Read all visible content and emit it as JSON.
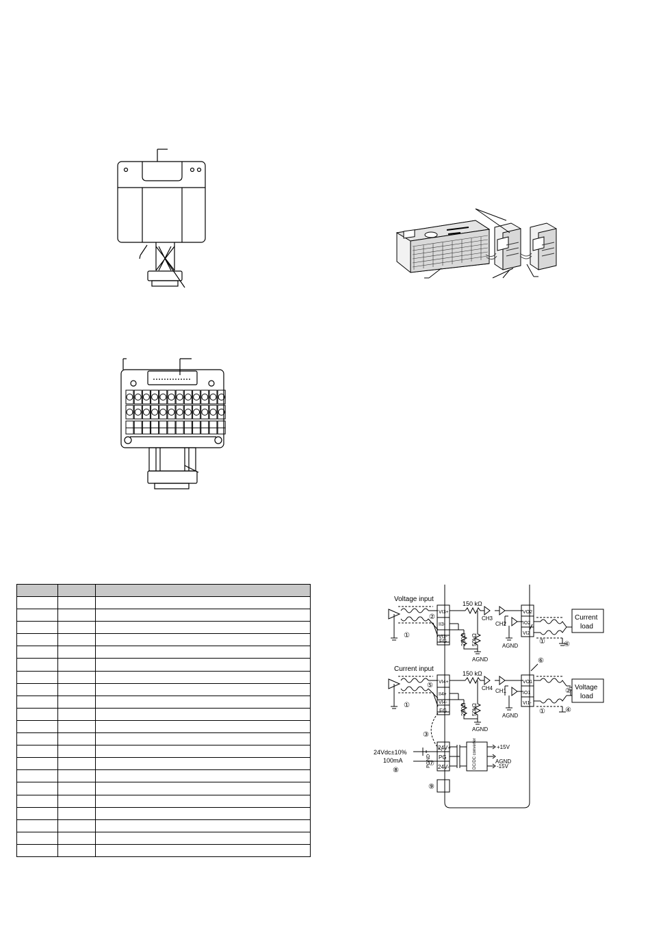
{
  "table": {
    "headers": [
      "",
      "",
      ""
    ],
    "rows": [
      [
        "",
        "",
        ""
      ],
      [
        "",
        "",
        ""
      ],
      [
        "",
        "",
        ""
      ],
      [
        "",
        "",
        ""
      ],
      [
        "",
        "",
        ""
      ],
      [
        "",
        "",
        ""
      ],
      [
        "",
        "",
        ""
      ],
      [
        "",
        "",
        ""
      ],
      [
        "",
        "",
        ""
      ],
      [
        "",
        "",
        ""
      ],
      [
        "",
        "",
        ""
      ],
      [
        "",
        "",
        ""
      ],
      [
        "",
        "",
        ""
      ],
      [
        "",
        "",
        ""
      ],
      [
        "",
        "",
        ""
      ],
      [
        "",
        "",
        ""
      ],
      [
        "",
        "",
        ""
      ],
      [
        "",
        "",
        ""
      ],
      [
        "",
        "",
        ""
      ],
      [
        "",
        "",
        ""
      ],
      [
        "",
        "",
        ""
      ]
    ]
  },
  "wiring": {
    "voltage_input_label": "Voltage input",
    "current_input_label": "Current input",
    "res_150k_top": "150 kΩ",
    "res_150k_bottom": "150 kΩ",
    "res_250": "250Ω",
    "res_50k": "50kΩ",
    "agnd": "AGND",
    "ch1": "CH1",
    "ch2": "CH2",
    "ch3": "CH3",
    "ch4": "CH4",
    "terminals_left_top": [
      "VI3+",
      "II3-",
      "VI3-",
      "FG"
    ],
    "terminals_left_bottom": [
      "VI4+",
      "II4+",
      "VI4-",
      "FG"
    ],
    "terminals_right_top": [
      "VO2",
      "IO2",
      "VI2"
    ],
    "terminals_right_bottom": [
      "VO1",
      "IO1",
      "VI1-"
    ],
    "power_terminals": [
      "24V+",
      "PG",
      "24V-"
    ],
    "pgnd": "PGND",
    "dcdc": "DC/DC converter",
    "plus15": "+15V",
    "minus15": "-15V",
    "supply_line1": "24Vdc±10%",
    "supply_line2": "100mA",
    "current_load_line1": "Current",
    "current_load_line2": "load",
    "voltage_load_line1": "Voltage",
    "voltage_load_line2": "load",
    "m1": "①",
    "m2": "②",
    "m3": "③",
    "m4": "④",
    "m5": "⑤",
    "m6": "⑥",
    "m7": "⑦",
    "m8": "⑧",
    "m9": "⑨"
  }
}
